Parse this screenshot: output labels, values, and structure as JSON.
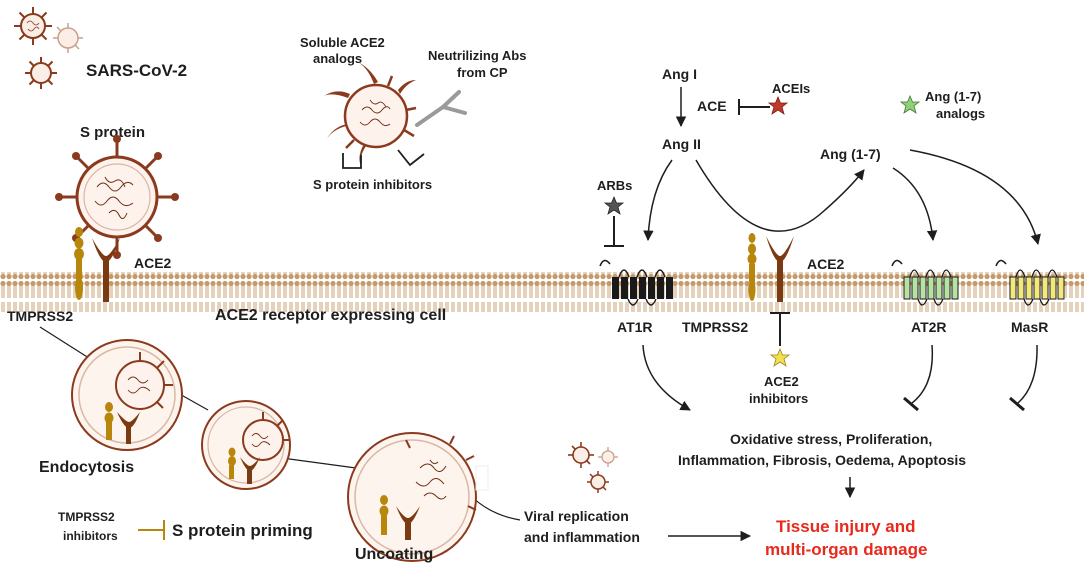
{
  "labels": {
    "virus": "SARS-CoV-2",
    "s_protein": "S protein",
    "ace2_left": "ACE2",
    "ace2_right": "ACE2",
    "tmprss2_top": "TMPRSS2",
    "tmprss2_mid": "TMPRSS2",
    "cell": "ACE2 receptor expressing cell",
    "soluble_line1": "Soluble ACE2",
    "soluble_line2": "analogs",
    "nabs_line1": "Neutrilizing Abs",
    "nabs_line2": "from CP",
    "s_inhib": "S protein inhibitors",
    "ang1": "Ang I",
    "ace": "ACE",
    "aceis": "ACEIs",
    "ang2": "Ang II",
    "ang17": "Ang (1-7)",
    "ang17_analogs_line1": "Ang (1-7)",
    "ang17_analogs_line2": "analogs",
    "arbs": "ARBs",
    "at1r": "AT1R",
    "at2r": "AT2R",
    "masr": "MasR",
    "ace2_inhib_line1": "ACE2",
    "ace2_inhib_line2": "inhibitors",
    "effects_line1": "Oxidative stress, Proliferation,",
    "effects_line2": "Inflammation, Fibrosis, Oedema, Apoptosis",
    "endocytosis": "Endocytosis",
    "tmprss2_inhib_line1": "TMPRSS2",
    "tmprss2_inhib_line2": "inhibitors",
    "priming": "S protein priming",
    "uncoating": "Uncoating",
    "viral_line1": "Viral replication",
    "viral_line2": "and inflammation",
    "injury_line1": "Tissue injury and",
    "injury_line2": "multi-organ damage"
  },
  "colors": {
    "virus": "#8b3a1d",
    "membrane": "#c49a6c",
    "receptor": "#7a3b12",
    "tmprss2": "#b8860b",
    "at1r": "#1a1a1a",
    "at2r": "#b7e3a1",
    "masr": "#f4e87c",
    "highlight": "#e8291c"
  }
}
